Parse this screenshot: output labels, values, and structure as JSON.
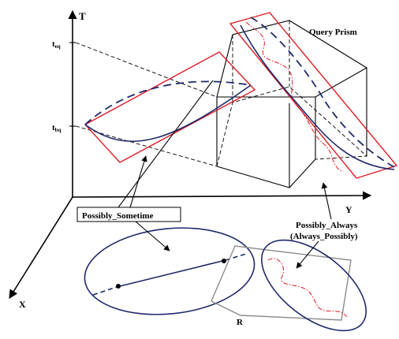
{
  "axes": {
    "t_label": "T",
    "y_label": "Y",
    "x_label": "X",
    "teq_base": "t",
    "teq_sub": "eq",
    "tbq_base": "t",
    "tbq_sub": "bq"
  },
  "labels": {
    "query_prism": "Query Prism",
    "possibly_sometime": "Possibly_Sometime",
    "possibly_always": "Possibly_Always",
    "always_possibly": "(Always_Possibly)",
    "region": "R"
  },
  "colors": {
    "axis": "#000000",
    "prism": "#000000",
    "uncertainty_red": "#e01b24",
    "trajectory_navy": "#1f2a6b",
    "region_gray": "#8c8c8c"
  }
}
